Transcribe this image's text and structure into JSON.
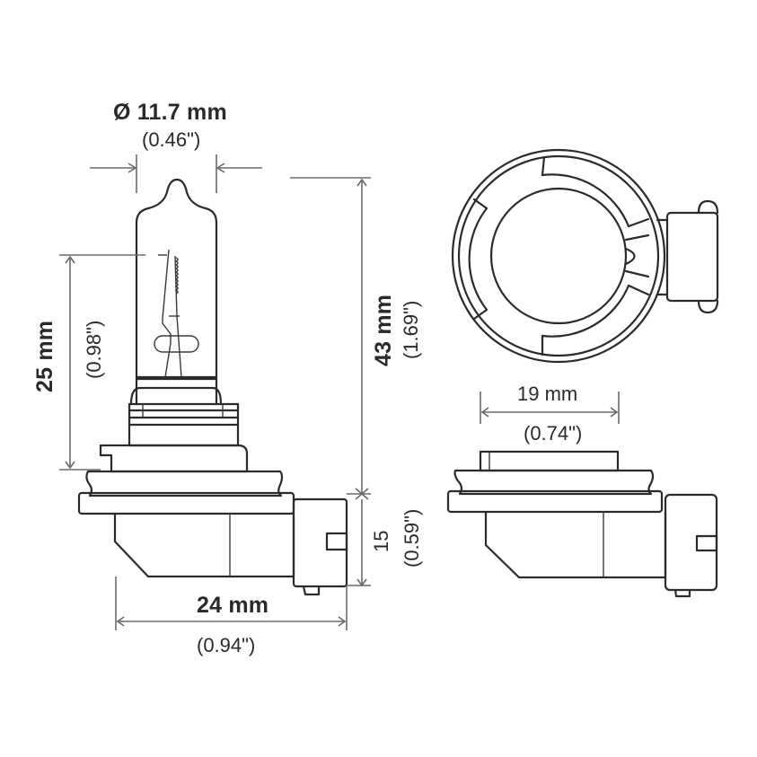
{
  "diagram": {
    "subject": "H11 halogen headlight bulb dimension drawing",
    "views": [
      "side-view",
      "top-view",
      "front-base-view"
    ],
    "line_color": "#2b2b2b",
    "dimension_color": "#6a6a6a"
  },
  "dimensions": {
    "diameter": {
      "metric": "Ø 11.7 mm",
      "imperial": "(0.46\")"
    },
    "light_center": {
      "metric": "25 mm",
      "imperial": "(0.98\")"
    },
    "overall_height": {
      "metric": "43 mm",
      "imperial": "(1.69\")"
    },
    "base_height": {
      "metric": "15",
      "imperial": "(0.59\")"
    },
    "base_width": {
      "metric": "24 mm",
      "imperial": "(0.94\")"
    },
    "flange_width": {
      "metric": "19 mm",
      "imperial": "(0.74\")"
    }
  }
}
